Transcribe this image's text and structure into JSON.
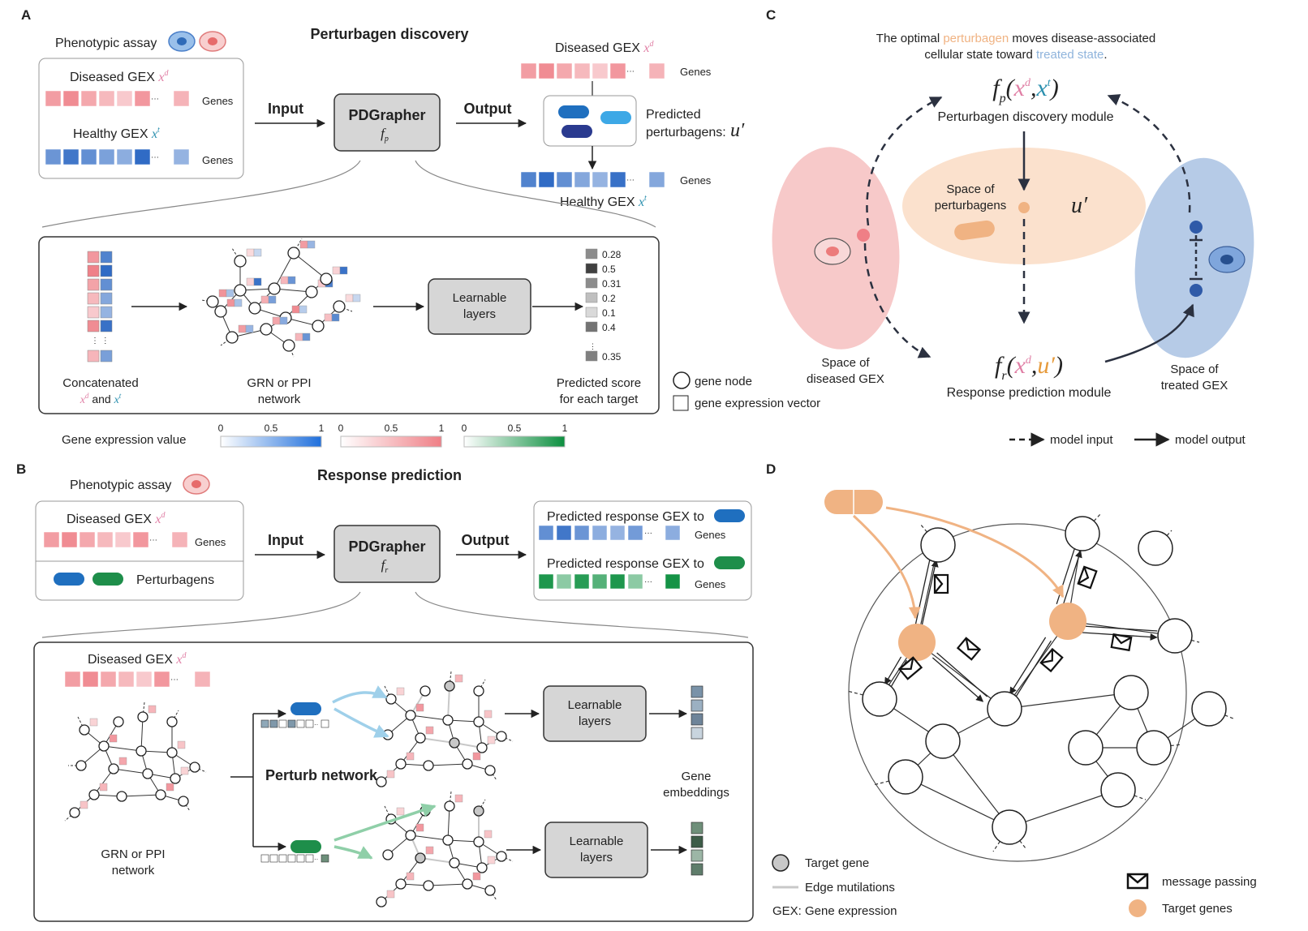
{
  "colors": {
    "disease": "#f29a9a",
    "disease_light": "#f8cfcf",
    "healthy": "#4a7fc9",
    "healthy_light": "#b9cdea",
    "green": "#1f9a4c",
    "green_light": "#b8e3c4",
    "perturbagen": "#f0b383",
    "treated_text": "#8fb4dc",
    "node_gray": "#bbbbbb",
    "box_gray": "#d9d9d9",
    "dark": "#2b3140",
    "pill_blue": "#1f6fbf",
    "pill_green": "#1e8e4a",
    "pill_navy": "#2a3a8f",
    "pill_light": "#3da8e6"
  },
  "panelA": {
    "letter": "A",
    "title": "Perturbagen discovery",
    "phenotypic_assay": "Phenotypic assay",
    "diseased_gex": "Diseased GEX",
    "healthy_gex": "Healthy GEX",
    "genes": "Genes",
    "input": "Input",
    "output": "Output",
    "pdgrapher": "PDGrapher",
    "f_sym": "f",
    "f_sub": "p",
    "diseased_out": "Diseased GEX",
    "predicted": "Predicted",
    "perturbagens_label": "perturbagens:",
    "u_prime": "u′",
    "healthy_out": "Healthy GEX",
    "x_d": "x",
    "x_d_sup": "d",
    "x_t": "x",
    "x_t_sup": "t",
    "concatenated": "Concatenated",
    "and": "and",
    "network1": "GRN or PPI",
    "network2": "network",
    "learnable1": "Learnable",
    "learnable2": "layers",
    "scores": [
      "0.28",
      "0.5",
      "0.31",
      "0.2",
      "0.1",
      "0.4",
      "0.35"
    ],
    "score_gray": [
      0.55,
      0.25,
      0.55,
      0.75,
      0.85,
      0.45,
      0.5
    ],
    "predicted_score1": "Predicted score",
    "predicted_score2": "for each target",
    "gene_node": "gene node",
    "gene_expr_vector": "gene expression vector",
    "gene_expr_value": "Gene expression value",
    "scale": [
      "0",
      "0.5",
      "1"
    ],
    "diseased_row": [
      0.55,
      0.7,
      0.45,
      0.3,
      0.15,
      0.6,
      0.35
    ],
    "healthy_row": [
      0.55,
      0.8,
      0.6,
      0.45,
      0.35,
      0.9,
      0.3
    ],
    "healthy_out_row": [
      0.7,
      0.9,
      0.6,
      0.4,
      0.3,
      0.85,
      0.4
    ]
  },
  "panelB": {
    "letter": "B",
    "title": "Response prediction",
    "phenotypic_assay": "Phenotypic assay",
    "diseased_gex": "Diseased GEX",
    "genes": "Genes",
    "perturbagens": "Perturbagens",
    "input": "Input",
    "output": "Output",
    "pdgrapher": "PDGrapher",
    "f_sym": "f",
    "f_sub": "r",
    "pred_resp": "Predicted response GEX to",
    "perturb_network": "Perturb network",
    "learnable1": "Learnable",
    "learnable2": "layers",
    "gene1": "Gene",
    "gene2": "embeddings",
    "network1": "GRN or PPI",
    "network2": "network",
    "resp_blue_row": [
      0.6,
      0.8,
      0.55,
      0.35,
      0.3,
      0.5,
      0.35
    ],
    "resp_green_row": [
      0.9,
      0.3,
      0.85,
      0.6,
      0.9,
      0.3,
      0.95
    ]
  },
  "panelC": {
    "letter": "C",
    "caption_1a": "The optimal ",
    "caption_1b": "perturbagen",
    "caption_1c": " moves disease-associated",
    "caption_2a": "cellular state toward ",
    "caption_2b": "treated state",
    "caption_2c": ".",
    "fp_module": "Perturbagen discovery module",
    "fr_module": "Response prediction module",
    "space_of": "Space of",
    "perturbagens_word": "perturbagens",
    "diseased_word": "diseased GEX",
    "treated_word": "treated GEX",
    "u_prime": "u′",
    "model_input": "model input",
    "model_output": "model output"
  },
  "panelD": {
    "letter": "D",
    "target_gene": "Target gene",
    "edge_mutilations": "Edge mutilations",
    "gex_def": "GEX: Gene expression",
    "message_passing": "message passing",
    "target_genes": "Target genes"
  }
}
